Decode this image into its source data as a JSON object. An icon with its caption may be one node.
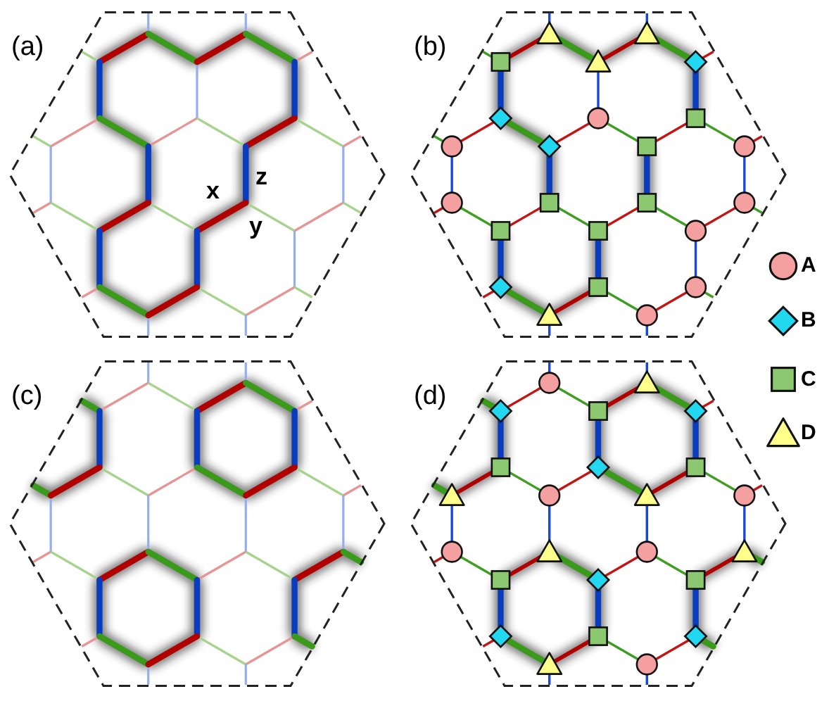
{
  "diagram": {
    "labels": [
      "(a)",
      "(b)",
      "z",
      "x",
      "y",
      "(c)",
      "(d)"
    ],
    "legend": [
      {
        "text": "A",
        "color": "#f4a0a0"
      },
      {
        "text": "B",
        "color": "#22d8f0"
      },
      {
        "text": "C",
        "color": "#8cc870"
      },
      {
        "text": "D",
        "color": "#ffff8c"
      }
    ]
  }
}
